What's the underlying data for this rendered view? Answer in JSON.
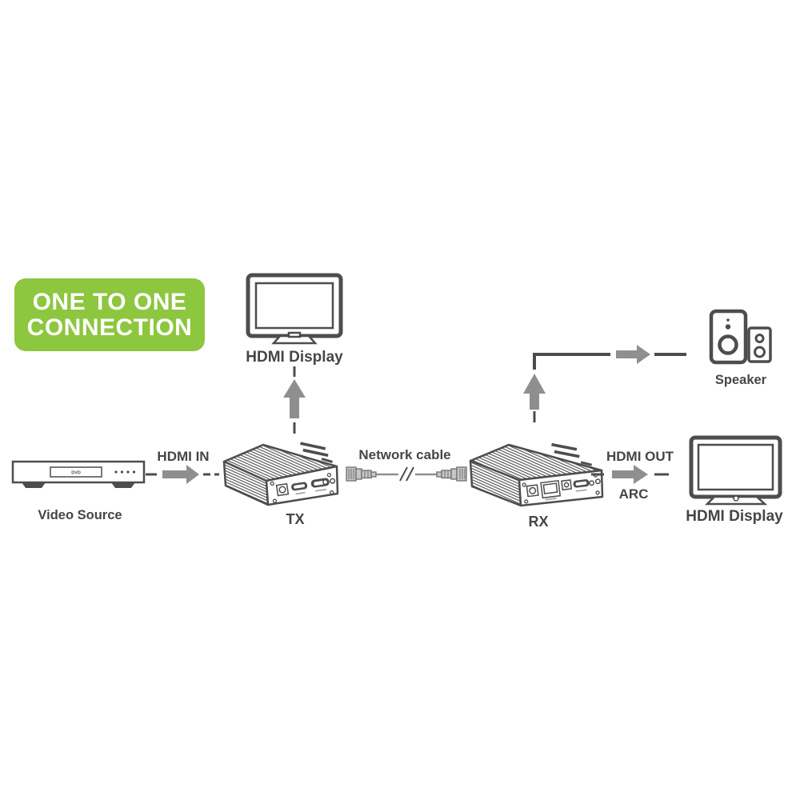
{
  "badge": {
    "line1": "ONE TO ONE",
    "line2": "CONNECTION"
  },
  "devices": {
    "display_top": {
      "label": "HDMI Display"
    },
    "speaker": {
      "label": "Speaker"
    },
    "video_source": {
      "label": "Video Source",
      "disc_text": "DVD"
    },
    "tx": {
      "label": "TX"
    },
    "rx": {
      "label": "RX"
    },
    "display_right": {
      "label": "HDMI Display"
    }
  },
  "connections": {
    "hdmi_in": {
      "label": "HDMI IN"
    },
    "network_cable": {
      "label": "Network cable"
    },
    "hdmi_out": {
      "label": "HDMI OUT"
    },
    "arc": {
      "label": "ARC"
    }
  },
  "colors": {
    "badge_green": "#8dc63f",
    "line_dark": "#4d4d4d",
    "arrow_gray": "#8f8f8f",
    "label_text": "#464646",
    "connector_gray": "#c6c6c6"
  }
}
